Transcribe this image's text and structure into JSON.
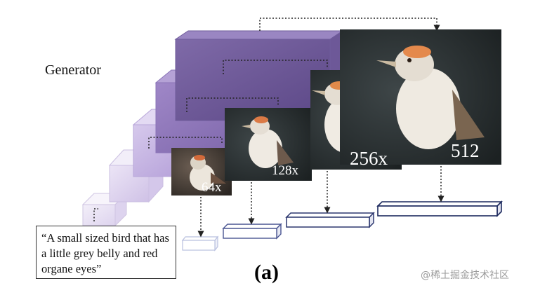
{
  "generator_label": "Generator",
  "text_prompt": "“A small sized bird that has a little grey belly and red organe eyes”",
  "figure_label": "(a)",
  "stage_labels": [
    "64x",
    "128x",
    "256x",
    "512"
  ],
  "watermark": "@稀土掘金技术社区",
  "colors": {
    "block_light": "#e4dcf0",
    "block_mid": "#b9a6d8",
    "block_dark": "#6e5a9a",
    "discriminator_border": "#1d2a5e",
    "arrow": "#222222"
  }
}
